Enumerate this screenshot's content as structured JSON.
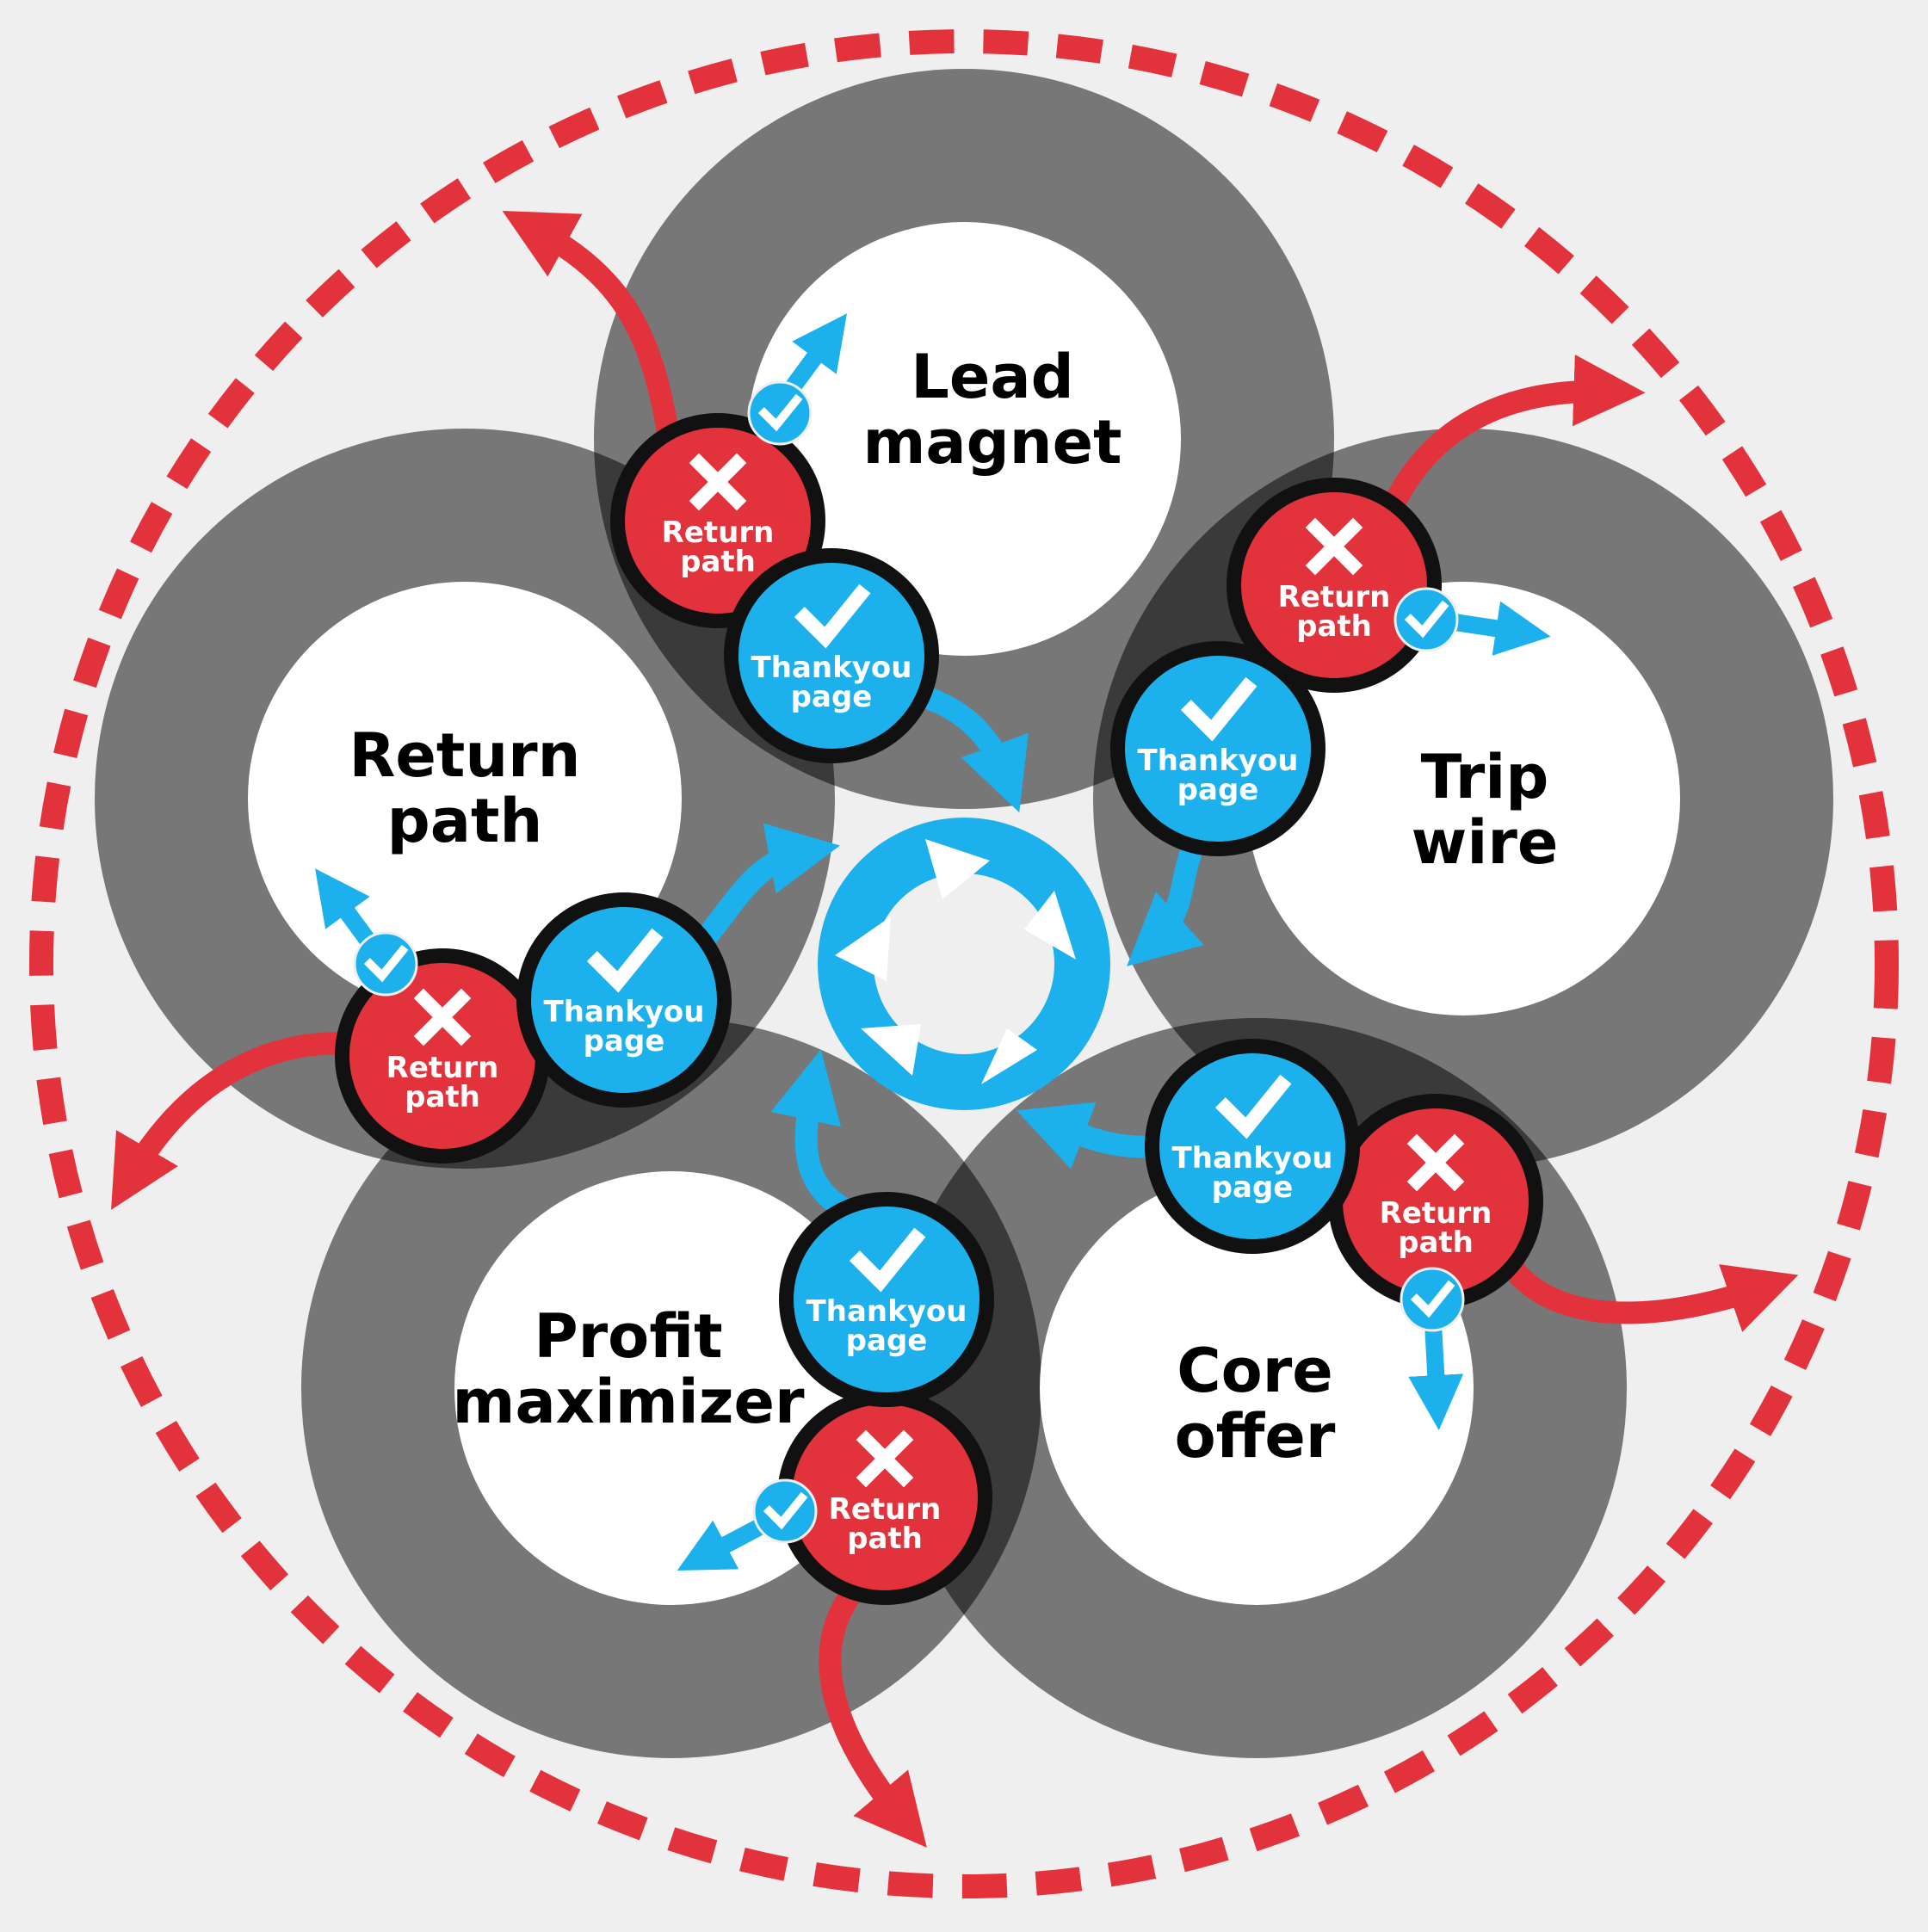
{
  "colors": {
    "background": "#efefef",
    "ring_dark": "#777777",
    "ring_overlap": "#3a3a3a",
    "node_fill": "#ffffff",
    "return_red": "#e2323c",
    "thankyou_blue": "#1cb0ec",
    "badge_border": "#111111",
    "text_dark": "#000000",
    "text_light": "#ffffff"
  },
  "hub": {
    "icon": "cycle-arrows-icon"
  },
  "icons": {
    "return_badge": "x-mark-icon",
    "thankyou_badge": "check-mark-icon",
    "mini_check": "check-circle-icon"
  },
  "nodes": [
    {
      "id": "lead-magnet",
      "label_lines": [
        "Lead",
        "magnet"
      ],
      "return_badge": [
        "Return",
        "path"
      ],
      "thankyou_badge": [
        "Thankyou",
        "page"
      ]
    },
    {
      "id": "trip-wire",
      "label_lines": [
        "Trip",
        "wire"
      ],
      "return_badge": [
        "Return",
        "path"
      ],
      "thankyou_badge": [
        "Thankyou",
        "page"
      ]
    },
    {
      "id": "core-offer",
      "label_lines": [
        "Core",
        "offer"
      ],
      "return_badge": [
        "Return",
        "path"
      ],
      "thankyou_badge": [
        "Thankyou",
        "page"
      ]
    },
    {
      "id": "profit-maximizer",
      "label_lines": [
        "Profit",
        "maximizer"
      ],
      "return_badge": [
        "Return",
        "path"
      ],
      "thankyou_badge": [
        "Thankyou",
        "page"
      ]
    },
    {
      "id": "return-path",
      "label_lines": [
        "Return",
        "path"
      ],
      "return_badge": [
        "Return",
        "path"
      ],
      "thankyou_badge": [
        "Thankyou",
        "page"
      ]
    }
  ]
}
